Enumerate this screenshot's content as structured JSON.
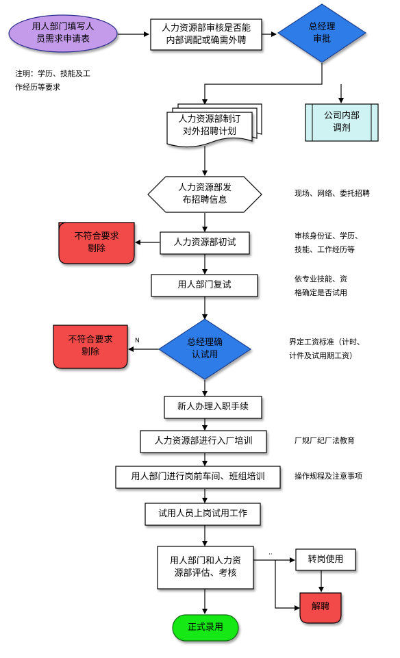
{
  "colors": {
    "start_oval": "#c39bea",
    "diamond": "#2f7ce8",
    "cyan_box": "#cff3f3",
    "reject": "#f24848",
    "final": "#19e819",
    "line": "#000000"
  },
  "nodes": {
    "start": "用人部门填写人\n员需求申请表",
    "hr_review": "人力资源部审核是否能\n内部调配或确需外聘",
    "gm_approve": "总经理\n审批",
    "internal_transfer": "公司内部\n调剂",
    "plan": "人力资源部制订\n对外招聘计划",
    "publish": "人力资源部发\n布招聘信息",
    "hr_first_interview": "人力资源部初试",
    "reject1": "不符合要求\n剔除",
    "dept_second_interview": "用人部门复试",
    "gm_confirm": "总经理确\n认试用",
    "reject2": "不符合要求\n剔除",
    "onboarding": "新人办理入职手续",
    "hr_training": "人力资源部进行入厂培训",
    "dept_training": "用人部门进行岗前车间、班组培训",
    "trial": "试用人员上岗试用工作",
    "evaluation": "用人部门和人力资\n源部评估、考核",
    "transfer": "转岗使用",
    "dismiss": "解聘",
    "hire": "正式录用"
  },
  "notes": {
    "requirements": "注明：学历、技能及工\n作经历等要求",
    "channels": "现场、网络、委托招聘",
    "check": "审核身份证、学历、\n技能、工作经历等",
    "skills": "依专业技能、资\n格确定是否试用",
    "salary": "界定工资标准（计时、\n计件及试用期工资）",
    "rules": "厂规厂纪厂法教育",
    "ops": "操作规程及注意事项"
  },
  "edge_labels": {
    "n": "N",
    "dots": "··"
  }
}
